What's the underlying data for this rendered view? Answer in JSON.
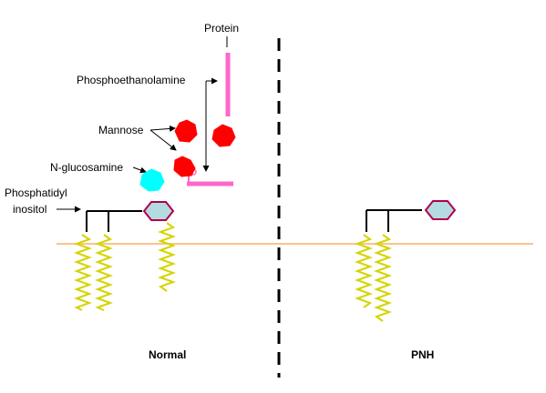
{
  "labels": {
    "protein": "Protein",
    "phosphoethanolamine": "Phosphoethanolamine",
    "mannose": "Mannose",
    "n_glucosamine": "N-glucosamine",
    "phosphatidyl_inositol_line1": "Phosphatidyl",
    "phosphatidyl_inositol_line2": "inositol"
  },
  "captions": {
    "normal": "Normal",
    "pnh": "PNH"
  },
  "colors": {
    "membrane": "#f9c48e",
    "protein": "#ff66cc",
    "mannose": "#ff0000",
    "n_glucosamine": "#00ffff",
    "inositol_fill": "#b3dbe0",
    "inositol_stroke": "#b0004a",
    "fatty_acid_chain": "#d4d400",
    "divider": "#000000"
  }
}
